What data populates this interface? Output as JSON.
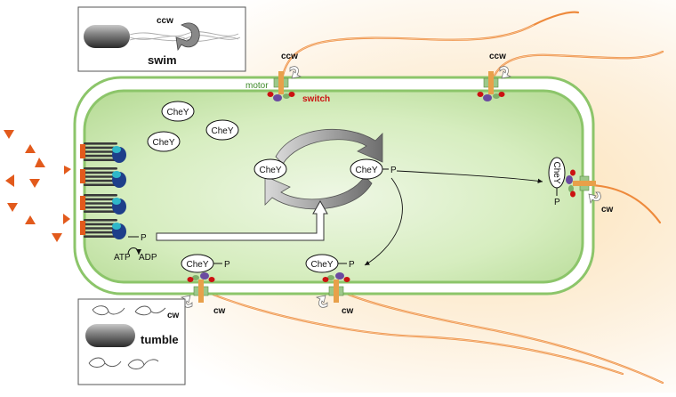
{
  "inset_swim": {
    "rotation_label": "ccw",
    "mode_label": "swim"
  },
  "inset_tumble": {
    "rotation_label": "cw",
    "mode_label": "tumble"
  },
  "cell_labels": {
    "motor": "motor",
    "switch": "switch"
  },
  "motor_labels": {
    "top_left": "ccw",
    "top_right": "ccw",
    "right": "cw",
    "bottom_left": "cw",
    "bottom_right": "cw"
  },
  "free_chey": [
    "CheY",
    "CheY",
    "CheY"
  ],
  "cycle": {
    "unphosphorylated": "CheY",
    "phosphorylated": "CheY",
    "phospho_suffix": "P"
  },
  "bound_chey": {
    "bottom_left": "CheY",
    "bottom_right": "CheY",
    "right_motor": "CheY",
    "phospho_suffix": "P"
  },
  "receptor": {
    "phospho_label": "P",
    "atp_label": "ATP",
    "adp_label": "ADP"
  },
  "colors": {
    "membrane": "#8cc56a",
    "cytoplasm": "#d2ebb8",
    "flagellum": "#ee8a3c",
    "attractant": "#e25a1c",
    "switch_red": "#cc1111",
    "cheA_blue": "#1e3f8a",
    "cheW_cyan": "#2fb7c9",
    "glow": "#fde9c7"
  }
}
